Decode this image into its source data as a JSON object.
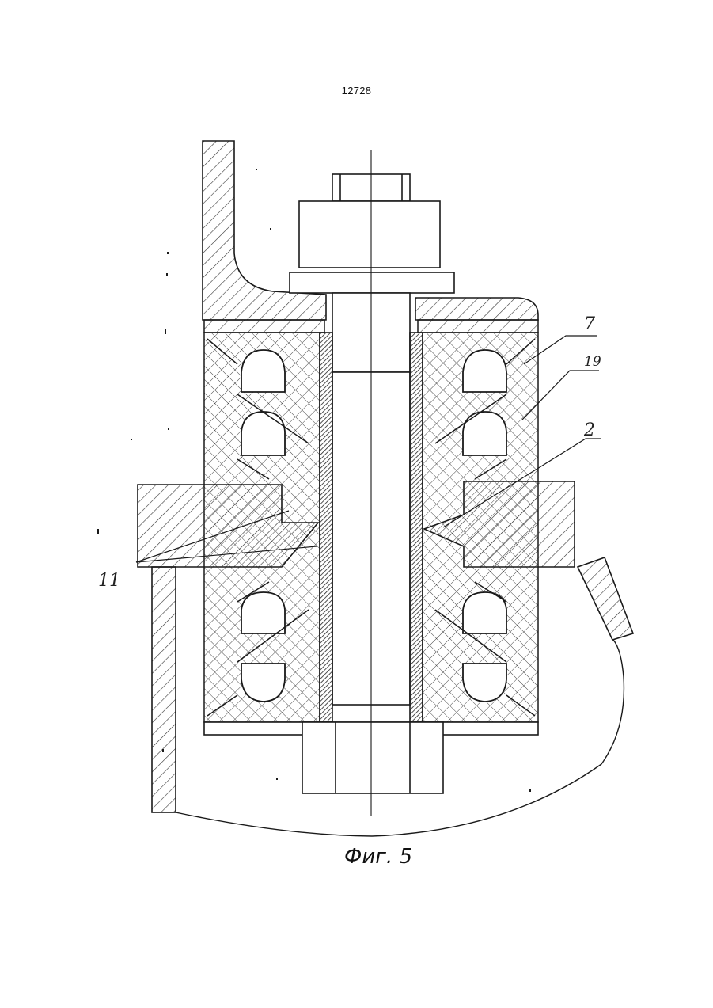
{
  "page": {
    "number": "12728"
  },
  "figure": {
    "caption": "Фиг. 5",
    "labels": {
      "part_7": "7",
      "part_19": "19",
      "part_2": "2",
      "part_11": "11"
    }
  },
  "colors": {
    "ink": "#1a1a1a",
    "paper": "#ffffff",
    "hatch": "#333333"
  }
}
